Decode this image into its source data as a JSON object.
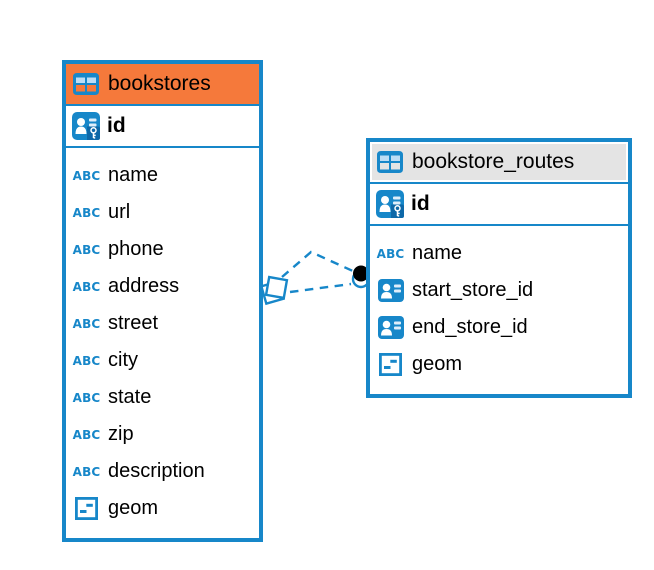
{
  "diagram": {
    "background": "#ffffff",
    "accent_blue": "#1787C9",
    "tables": [
      {
        "name": "bookstores",
        "header_color": "#F5793B",
        "primary_key": {
          "label": "id"
        },
        "columns": [
          {
            "label": "name",
            "type": "text"
          },
          {
            "label": "url",
            "type": "text"
          },
          {
            "label": "phone",
            "type": "text"
          },
          {
            "label": "address",
            "type": "text"
          },
          {
            "label": "street",
            "type": "text"
          },
          {
            "label": "city",
            "type": "text"
          },
          {
            "label": "state",
            "type": "text"
          },
          {
            "label": "zip",
            "type": "text"
          },
          {
            "label": "description",
            "type": "text"
          },
          {
            "label": "geom",
            "type": "object"
          }
        ]
      },
      {
        "name": "bookstore_routes",
        "header_color": "#E4E4E4",
        "primary_key": {
          "label": "id"
        },
        "columns": [
          {
            "label": "name",
            "type": "text"
          },
          {
            "label": "start_store_id",
            "type": "reference"
          },
          {
            "label": "end_store_id",
            "type": "reference"
          },
          {
            "label": "geom",
            "type": "object"
          }
        ]
      }
    ],
    "icons": {
      "text_type_glyph": "ABC"
    },
    "relation": {
      "style": "dashed",
      "line_count": 2,
      "source_marker": "stacked-diamond",
      "target_marker": "filled-dot"
    }
  }
}
